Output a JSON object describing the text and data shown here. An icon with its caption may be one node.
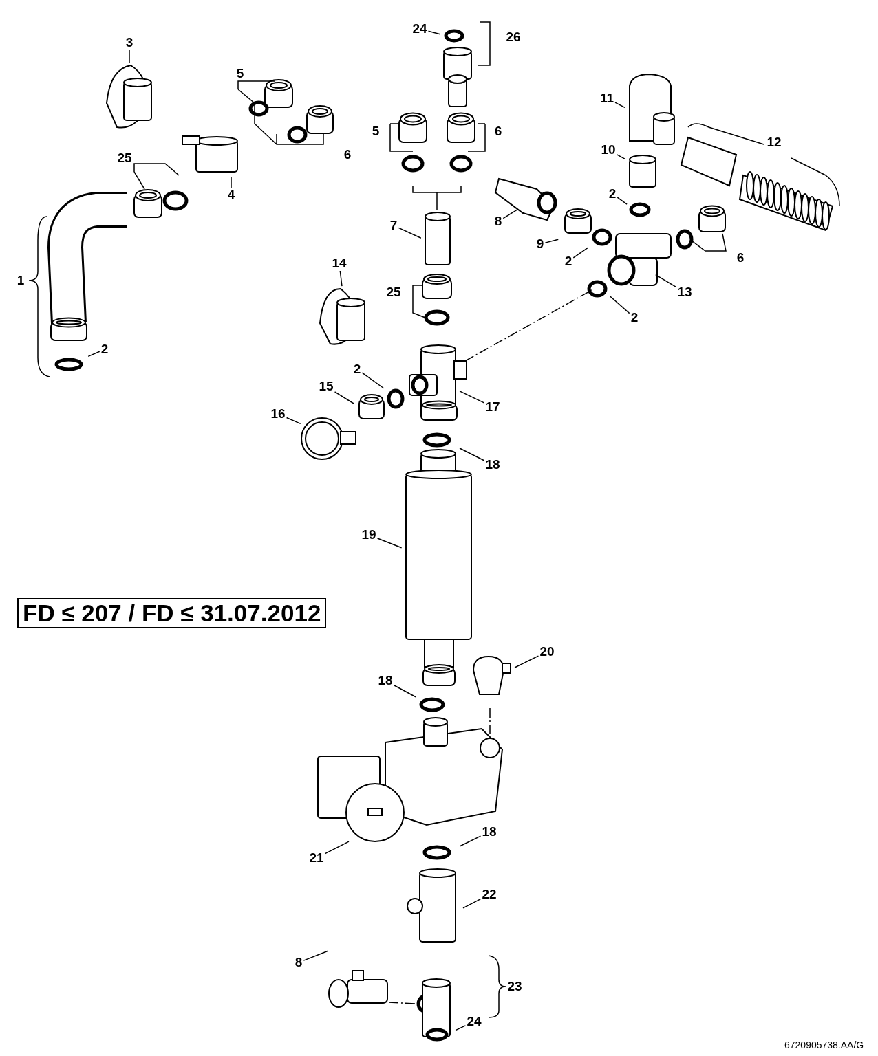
{
  "diagram": {
    "nodes": [
      {
        "text": [
          "24"
        ]
      },
      {
        "text": [
          "3"
        ]
      },
      {
        "text": [
          "11"
        ]
      },
      {
        "text": [
          "10"
        ]
      },
      {
        "text": [
          "4"
        ]
      },
      {
        "text": [
          "2"
        ]
      },
      {
        "text": [
          "7"
        ]
      },
      {
        "text": [
          "8"
        ]
      },
      {
        "text": [
          "9"
        ]
      },
      {
        "text": [
          "2"
        ]
      },
      {
        "text": [
          "14"
        ]
      },
      {
        "text": [
          "13"
        ]
      },
      {
        "text": [
          "2"
        ]
      },
      {
        "text": [
          "2"
        ]
      },
      {
        "text": [
          "2"
        ]
      },
      {
        "text": [
          "15"
        ]
      },
      {
        "text": [
          "17"
        ]
      },
      {
        "text": [
          "16"
        ]
      },
      {
        "text": [
          "18"
        ]
      },
      {
        "text": [
          "19"
        ]
      },
      {
        "text": [
          "FD ≤ 207 / FD ≤ 31.07.2012"
        ]
      },
      {
        "text": [
          "20"
        ]
      },
      {
        "text": [
          "18"
        ]
      },
      {
        "text": [
          "18"
        ]
      },
      {
        "text": [
          "21"
        ]
      },
      {
        "text": [
          "22"
        ]
      },
      {
        "text": [
          "8"
        ]
      },
      {
        "text": [
          "24"
        ]
      }
    ],
    "edges": [
      {
        "from": 0,
        "to": null,
        "arrow": "none"
      },
      {
        "from": 1,
        "to": null,
        "arrow": "none"
      },
      {
        "from": 2,
        "to": null,
        "arrow": "none"
      },
      {
        "from": 3,
        "to": null,
        "arrow": "none"
      },
      {
        "from": 4,
        "to": null,
        "arrow": "none"
      },
      {
        "from": 5,
        "to": null,
        "arrow": "none"
      },
      {
        "from": 6,
        "to": null,
        "arrow": "none"
      },
      {
        "from": 7,
        "to": null,
        "arrow": "none"
      },
      {
        "from": 8,
        "to": null,
        "arrow": "none"
      },
      {
        "from": 9,
        "to": null,
        "arrow": "none"
      },
      {
        "from": 10,
        "to": null,
        "arrow": "none"
      },
      {
        "from": 11,
        "to": null,
        "arrow": "none"
      },
      {
        "from": 12,
        "to": null,
        "arrow": "none"
      },
      {
        "from": 13,
        "to": null,
        "arrow": "none"
      },
      {
        "from": 14,
        "to": null,
        "arrow": "none"
      },
      {
        "from": 15,
        "to": null,
        "arrow": "none"
      },
      {
        "from": 16,
        "to": null,
        "arrow": "none"
      },
      {
        "from": 17,
        "to": null,
        "arrow": "none"
      },
      {
        "from": 18,
        "to": null,
        "arrow": "none"
      },
      {
        "from": 19,
        "to": null,
        "arrow": "none"
      },
      {
        "from": 21,
        "to": null,
        "arrow": "none"
      },
      {
        "from": 22,
        "to": null,
        "arrow": "none"
      },
      {
        "from": 23,
        "to": null,
        "arrow": "none"
      },
      {
        "from": 24,
        "to": null,
        "arrow": "none"
      },
      {
        "from": 25,
        "to": null,
        "arrow": "none"
      },
      {
        "from": 26,
        "to": null,
        "arrow": "none"
      },
      {
        "from": 27,
        "to": null,
        "arrow": "none"
      }
    ],
    "labels": [
      "26",
      "5",
      "12",
      "5",
      "6",
      "6",
      "25",
      "6",
      "1",
      "25",
      "23",
      "6720905738.AA/G"
    ]
  }
}
